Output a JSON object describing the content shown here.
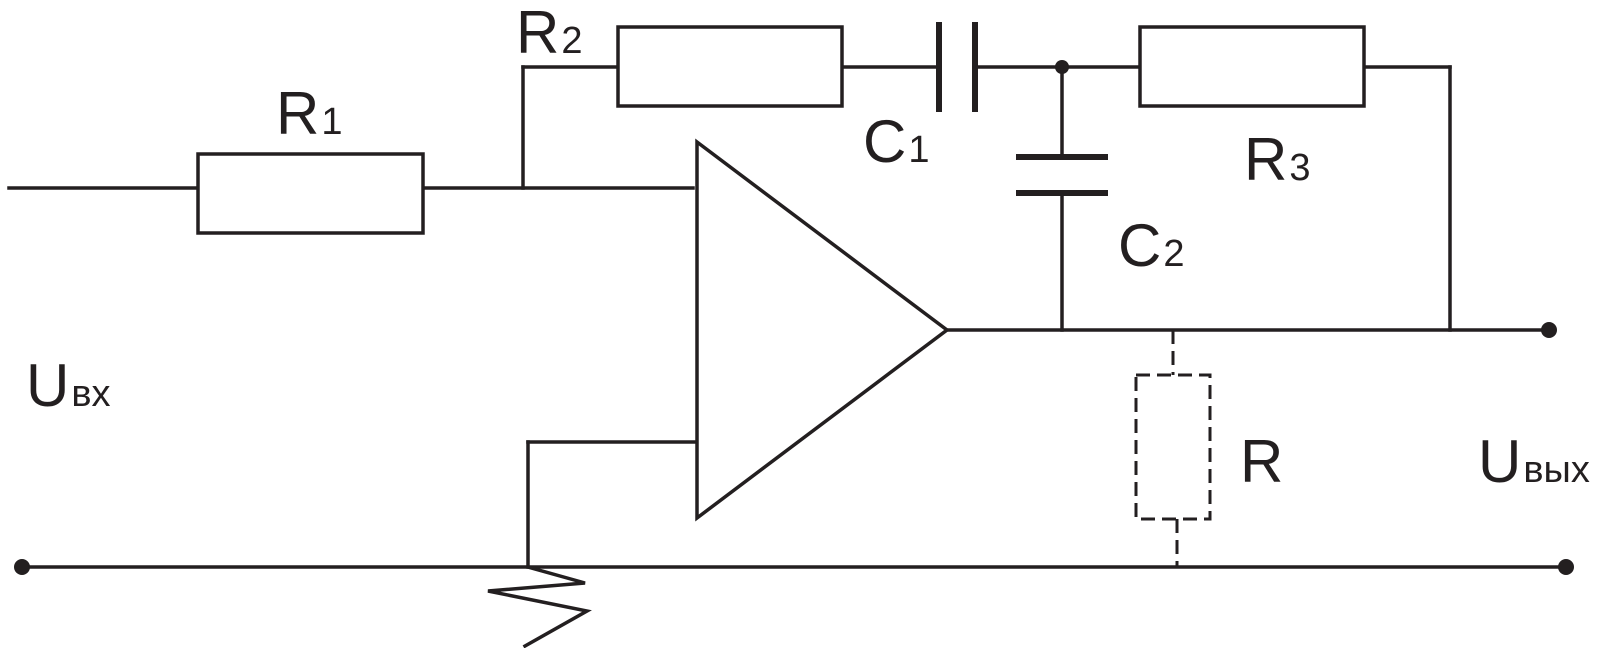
{
  "diagram": {
    "labels": {
      "r1": {
        "main": "R",
        "sub": "1"
      },
      "r2": {
        "main": "R",
        "sub": "2"
      },
      "r3": {
        "main": "R",
        "sub": "3"
      },
      "c1": {
        "main": "C",
        "sub": "1"
      },
      "c2": {
        "main": "C",
        "sub": "2"
      },
      "r_load": {
        "main": "R"
      },
      "u_in": {
        "main": "U",
        "sub": "вх"
      },
      "u_out": {
        "main": "U",
        "sub": "вых"
      }
    },
    "colors": {
      "ink": "#231f20",
      "background": "#ffffff"
    }
  }
}
